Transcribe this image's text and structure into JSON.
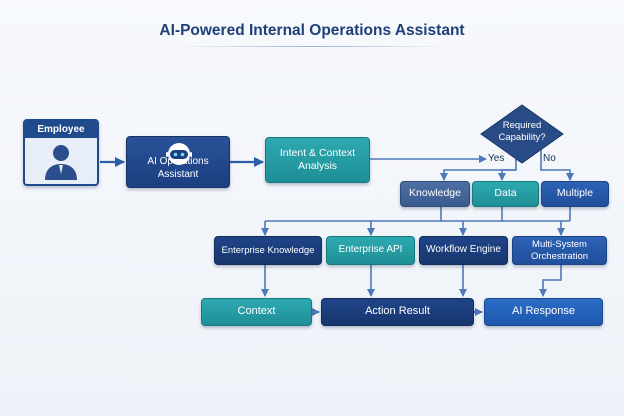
{
  "title": "AI-Powered Internal Operations Assistant",
  "nodes": {
    "employee": "Employee",
    "assistant": "AI Operations Assistant",
    "intent": "Intent & Context Analysis",
    "decision": "Required Capability?",
    "yes": "Yes",
    "no": "No",
    "knowledge": "Knowledge",
    "data": "Data",
    "multiple": "Multiple",
    "enterprise_knowledge": "Enterprise Knowledge",
    "enterprise_api": "Enterprise API",
    "workflow_engine": "Workflow Engine",
    "multi_system": "Multi-System Orchestration",
    "context": "Context",
    "action_result": "Action Result",
    "ai_response": "AI Response"
  },
  "icons": {
    "employee": "person-icon",
    "assistant": "robot-icon"
  },
  "colors": {
    "title": "#1e3f78",
    "navy": "#1b3f80",
    "teal": "#1e8f96",
    "blue": "#1d58ae",
    "arrow": "#4d79b8"
  }
}
